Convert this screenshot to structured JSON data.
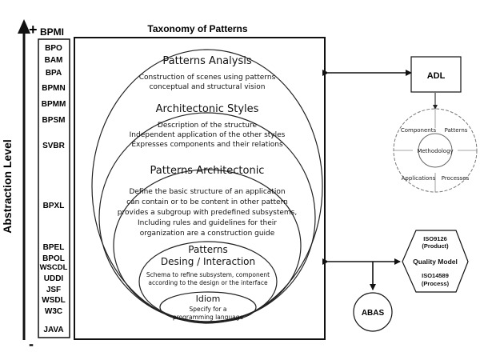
{
  "axis": {
    "label": "Abstraction Level",
    "plus": "+",
    "minus": "-"
  },
  "levels": [
    "BPMI",
    "BPO",
    "BAM",
    "BPA",
    "BPMN",
    "BPMM",
    "BPSM",
    "SVBR",
    "BPXL",
    "BPEL",
    "BPOL",
    "WSCDL",
    "UDDI",
    "JSF",
    "WSDL",
    "W3C",
    "JAVA"
  ],
  "title": "Taxonomy of Patterns",
  "layers": [
    {
      "name": "Patterns Analysis",
      "lines": [
        "Construction of scenes using patterns",
        "conceptual and structural vision"
      ]
    },
    {
      "name": "Architectonic Styles",
      "lines": [
        "Description of the structure",
        "Independent application of the other  styles",
        "Expresses components and their relations"
      ]
    },
    {
      "name": "Patterns Architectonic",
      "lines": [
        "Define  the basic structure of an application",
        "can contain or to be content in other pattern",
        "provides a subgroup with predefined subsystems,",
        "Including rules and guidelines for their",
        "organization are a construction guide"
      ]
    },
    {
      "name_lines": [
        "Patterns",
        "Desing / Interaction"
      ],
      "lines": [
        "Schema to refine subsystem, component",
        "according to the design or the interface"
      ]
    },
    {
      "name": "Idiom",
      "lines": [
        "Specify for a",
        "programming language"
      ]
    }
  ],
  "adl": {
    "label": "ADL",
    "puzzle": [
      "Components",
      "Patterns",
      "Methodology",
      "Applications",
      "Processes"
    ]
  },
  "quality": {
    "top_lines": [
      "ISO9126",
      "(Product)"
    ],
    "center": "Quality Model",
    "bottom_lines": [
      "ISO14589",
      "(Process)"
    ]
  },
  "abas": "ABAS"
}
